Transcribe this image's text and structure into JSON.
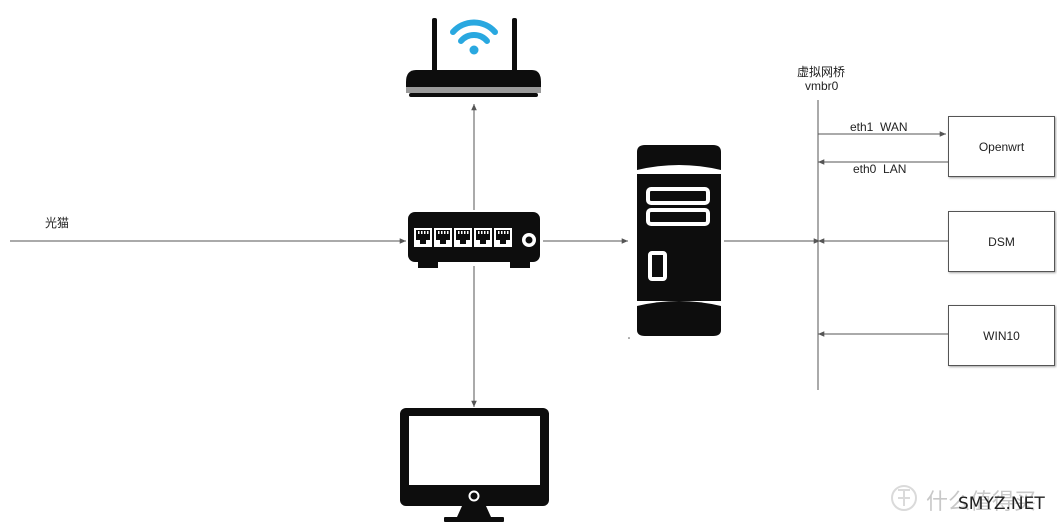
{
  "labels": {
    "modem": "光猫",
    "bridge_name": "虚拟网桥",
    "bridge_id": "vmbr0",
    "eth1": "eth1",
    "wan": "WAN",
    "eth0": "eth0",
    "lan": "LAN"
  },
  "vms": [
    {
      "name": "Openwrt"
    },
    {
      "name": "DSM"
    },
    {
      "name": "WIN10"
    }
  ],
  "watermark": {
    "site": "SMYZ.NET",
    "brand": "什么值得买"
  },
  "colors": {
    "line": "#555555",
    "device": "#0d0d0d",
    "wifi": "#29a8e0"
  },
  "icons": [
    "wifi-router-icon",
    "network-switch-icon",
    "server-tower-icon",
    "monitor-icon"
  ]
}
